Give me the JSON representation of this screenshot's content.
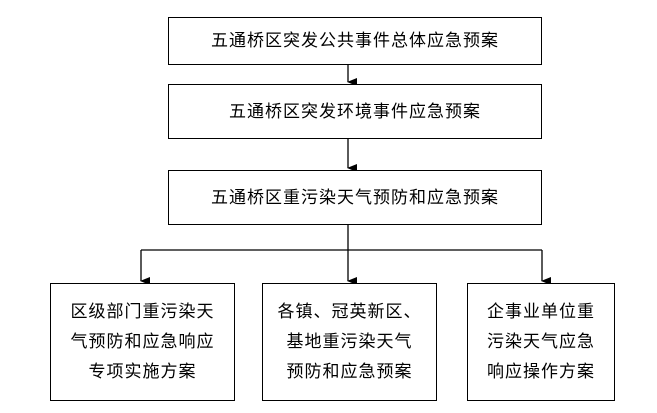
{
  "diagram": {
    "nodes": [
      {
        "id": "top",
        "lines": [
          "五通桥区突发公共事件总体应急预案"
        ]
      },
      {
        "id": "env",
        "lines": [
          "五通桥区突发环境事件应急预案"
        ]
      },
      {
        "id": "pollution",
        "lines": [
          "五通桥区重污染天气预防和应急预案"
        ]
      },
      {
        "id": "dept",
        "lines": [
          "区级部门重污染天",
          "气预防和应急响应",
          "专项实施方案"
        ]
      },
      {
        "id": "towns",
        "lines": [
          "各镇、冠英新区、",
          "基地重污染天气",
          "预防和应急预案"
        ]
      },
      {
        "id": "enterprise",
        "lines": [
          "企事业单位重",
          "污染天气应急",
          "响应操作方案"
        ]
      }
    ],
    "edges": [
      {
        "from": "top",
        "to": "env"
      },
      {
        "from": "env",
        "to": "pollution"
      },
      {
        "from": "pollution",
        "to": "dept"
      },
      {
        "from": "pollution",
        "to": "towns"
      },
      {
        "from": "pollution",
        "to": "enterprise"
      }
    ]
  }
}
